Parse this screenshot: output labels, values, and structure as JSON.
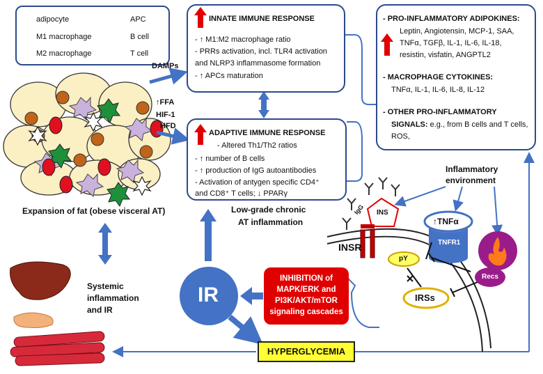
{
  "legend": {
    "adipocyte": "adipocyte",
    "apc": "APC",
    "m1": "M1 macrophage",
    "bcell": "B cell",
    "m2": "M2 macrophage",
    "tcell": "T cell"
  },
  "triggers": {
    "damps": "DAMPs",
    "ffa": "↑FFA",
    "hif": "HIF-1",
    "hfd": "HFD"
  },
  "innate": {
    "title": "INNATE IMMUNE RESPONSE",
    "items": [
      "- ↑ M1:M2 macrophage ratio",
      "- PRRs activation, incl. TLR4 activation",
      "and NLRP3 inflammasome formation",
      "- ↑ APCs maturation"
    ]
  },
  "adaptive": {
    "title": "ADAPTIVE IMMUNE RESPONSE",
    "sub": "- Altered Th1/Th2 ratios",
    "items": [
      "- ↑ number of B cells",
      "- ↑ production of IgG autoantibodies",
      "- Activation of antygen specific CD4⁺",
      "and CD8⁺ T cells; ↓ PPARγ"
    ]
  },
  "right_box": {
    "h1": "- PRO-INFLAMMATORY ADIPOKINES:",
    "adipokines": [
      "Leptin, Angiotensin, MCP-1, SAA,",
      "TNFα, TGFβ, IL-1, IL-6, IL-18,",
      "resistin, visfatin, ANGPTL2"
    ],
    "h2": "- MACROPHAGE CYTOKINES:",
    "cytokines": "TNFα, IL-1, IL-6, IL-8, IL-12",
    "h3a": "- OTHER PRO-INFLAMMATORY",
    "h3b": "SIGNALS:",
    "other_a": " e.g., from B cells and T cells,",
    "other_b": "ROS,"
  },
  "labels": {
    "expansion": "Expansion of fat (obese visceral AT)",
    "lowgrade1": "Low-grade chronic",
    "lowgrade2": "AT inflammation",
    "systemic1": "Systemic",
    "systemic2": "inflammation",
    "systemic3": "and IR",
    "env1": "Inflammatory",
    "env2": "environment",
    "insr": "INSR",
    "ins": "INS",
    "igg": "IgG",
    "tnfa": "↑TNFα",
    "tnfr1": "TNFR1",
    "py": "pY",
    "irss": "IRSs",
    "recs": "Recs",
    "ir": "IR"
  },
  "inhibition": {
    "lines": [
      "INHIBITION of",
      "MAPK/ERK and",
      "PI3K/AKT/mTOR",
      "signaling cascades"
    ]
  },
  "hyperglycemia": "HYPERGLYCEMIA",
  "colors": {
    "blue_border": "#2b4a8c",
    "arrow_blue": "#4472c4",
    "red": "#e00000",
    "yellow": "#ffff33",
    "ir_circle": "#4472c4"
  }
}
